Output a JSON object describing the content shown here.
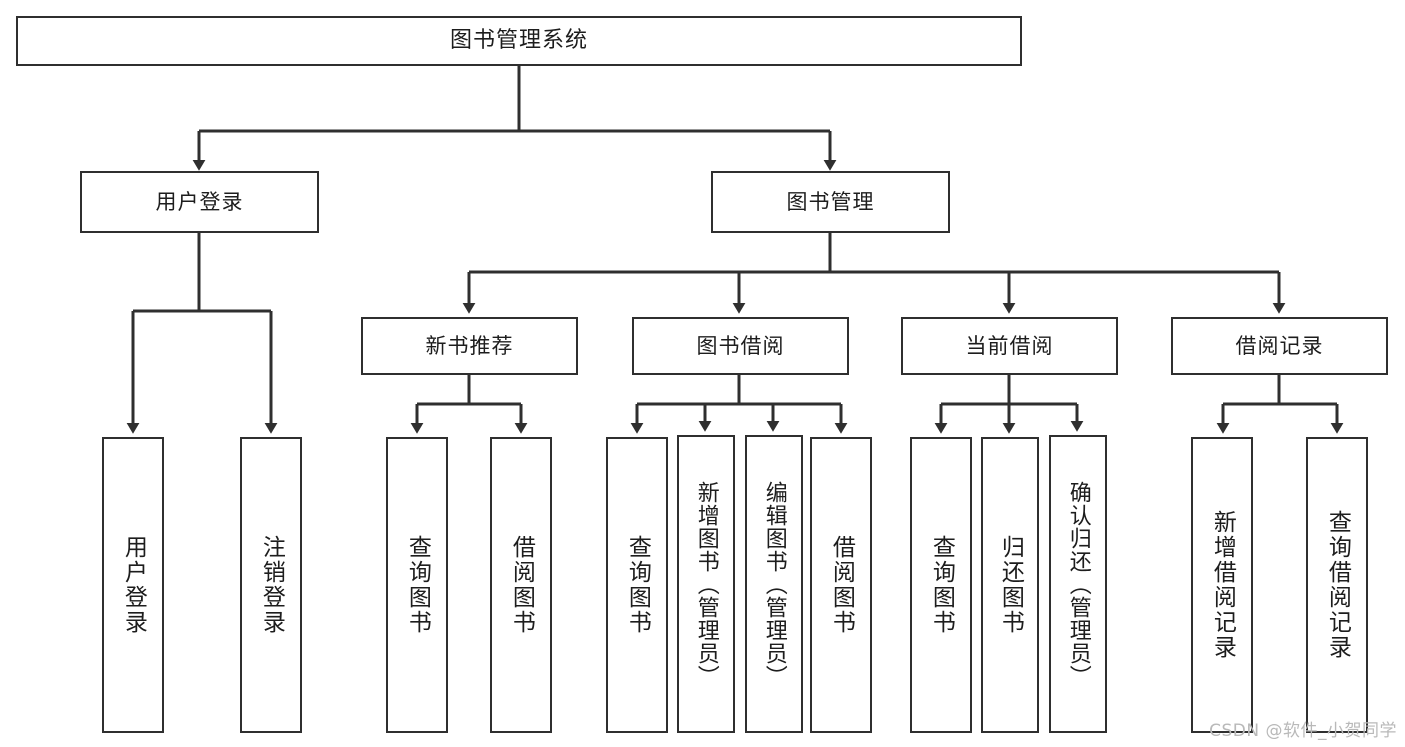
{
  "diagram": {
    "type": "tree",
    "title": "图书管理系统",
    "orientation": "top-down",
    "colors": {
      "background": "#ffffff",
      "border": "#2f2f2f",
      "text": "#1d1d1d",
      "connector": "#2f2f2f",
      "watermark": "#b9b9b9"
    }
  },
  "root": {
    "label": "图书管理系统"
  },
  "tier1": [
    {
      "label": "用户登录"
    },
    {
      "label": "图书管理"
    }
  ],
  "tier2": [
    {
      "label": "新书推荐"
    },
    {
      "label": "图书借阅"
    },
    {
      "label": "当前借阅"
    },
    {
      "label": "借阅记录"
    }
  ],
  "leaves": {
    "user_login": [
      {
        "label": "用户登录"
      },
      {
        "label": "注销登录"
      }
    ],
    "new_book": [
      {
        "label": "查询图书"
      },
      {
        "label": "借阅图书"
      }
    ],
    "borrow": [
      {
        "label": "查询图书"
      },
      {
        "label": "新增图书（管理员）"
      },
      {
        "label": "编辑图书（管理员）"
      },
      {
        "label": "借阅图书"
      }
    ],
    "current": [
      {
        "label": "查询图书"
      },
      {
        "label": "归还图书"
      },
      {
        "label": "确认归还（管理员）"
      }
    ],
    "records": [
      {
        "label": "新增借阅记录"
      },
      {
        "label": "查询借阅记录"
      }
    ]
  },
  "watermark": {
    "text": "CSDN @软件_小贺同学"
  }
}
